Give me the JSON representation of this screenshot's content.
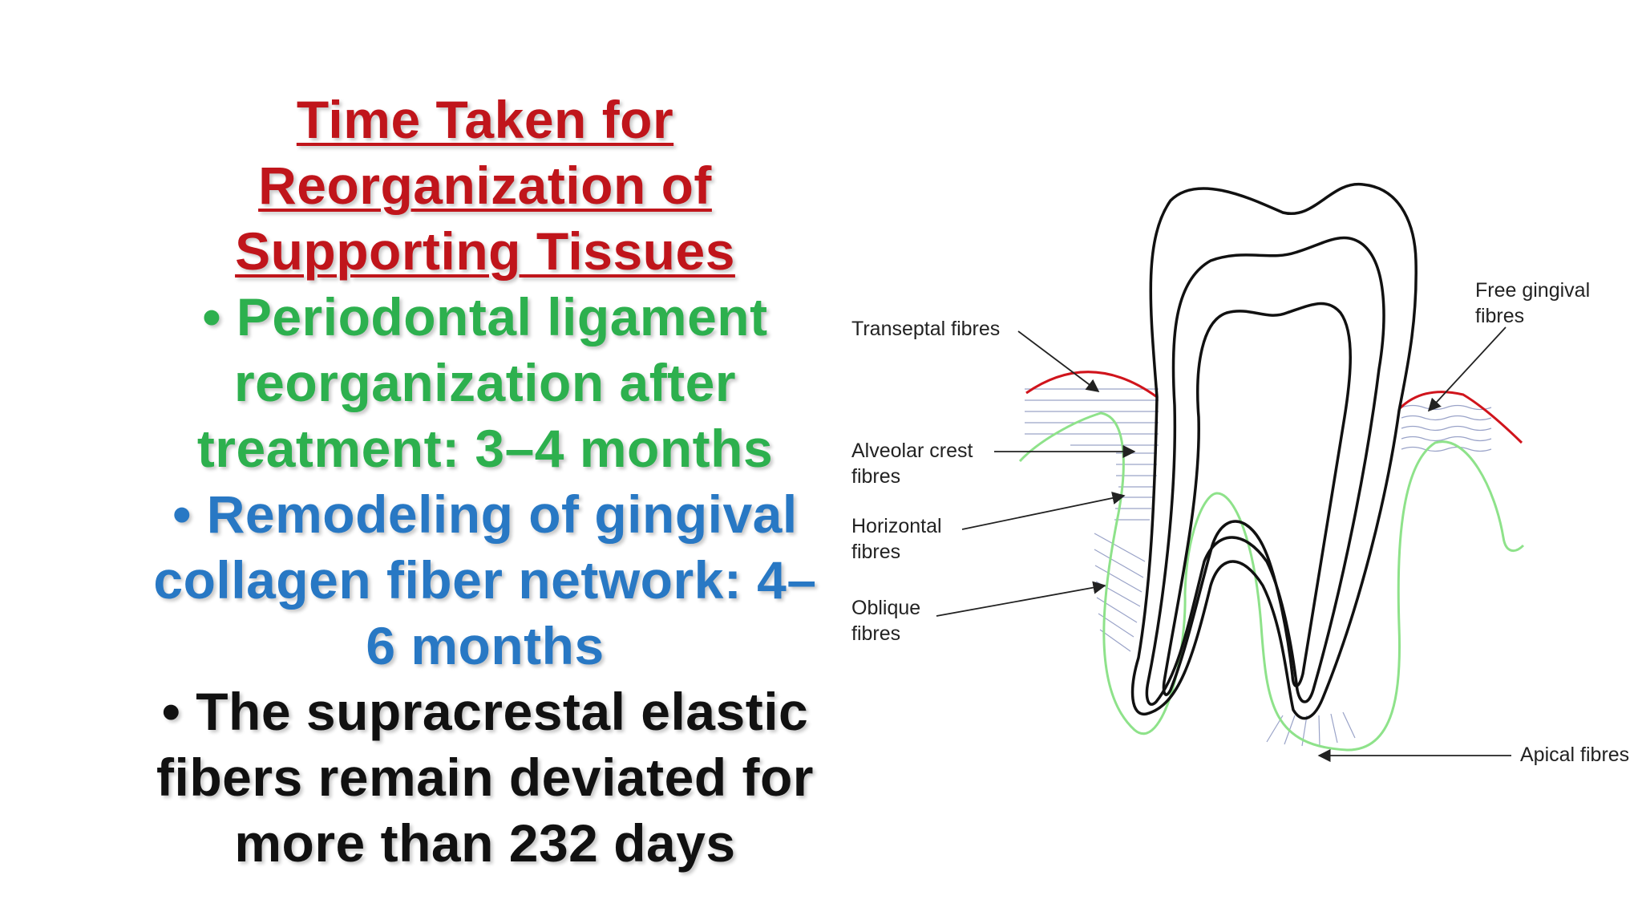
{
  "title": "Time Taken for Reorganization of Supporting Tissues",
  "bullets": [
    "• Periodontal ligament reorganization after treatment: 3–4 months",
    "• Remodeling of gingival collagen fiber network: 4–6 months",
    "• The supracrestal elastic fibers remain deviated for more than 232 days"
  ],
  "colors": {
    "title": "#c0151b",
    "bullet1": "#2db04e",
    "bullet2": "#2878c4",
    "bullet3": "#111111",
    "gingiva_line": "#d0141c",
    "bone_line": "#8ee28a"
  },
  "diagram": {
    "labels": {
      "transeptal": "Transeptal fibres",
      "free_gingival_1": "Free gingival",
      "free_gingival_2": "fibres",
      "alveolar_crest_1": "Alveolar crest",
      "alveolar_crest_2": "fibres",
      "horizontal_1": "Horizontal",
      "horizontal_2": "fibres",
      "oblique_1": "Oblique",
      "oblique_2": "fibres",
      "apical": "Apical fibres"
    }
  }
}
